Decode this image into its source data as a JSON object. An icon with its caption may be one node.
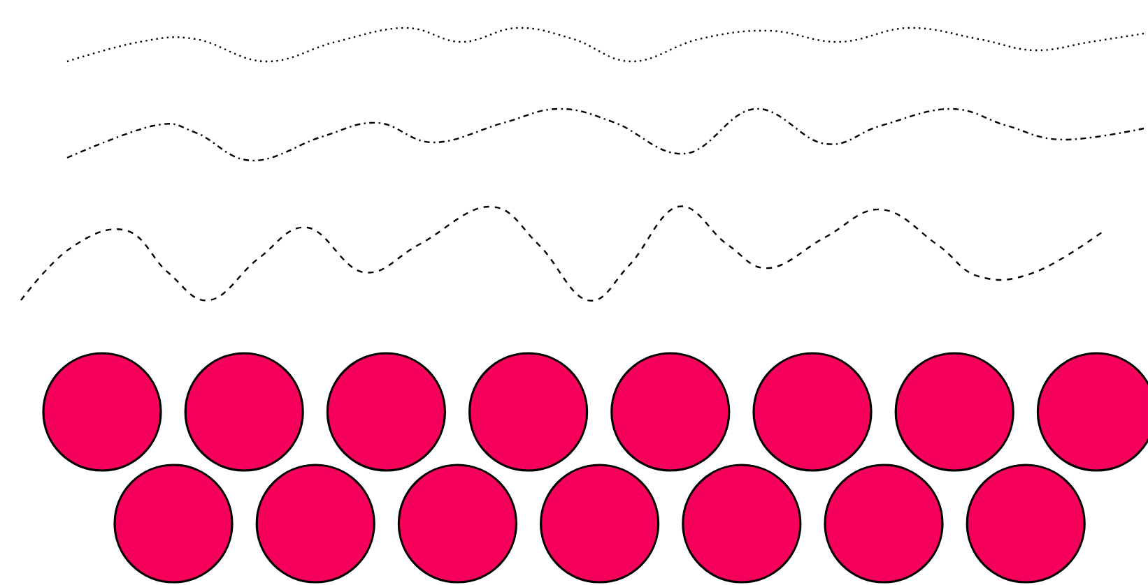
{
  "diagram": {
    "nodes": [
      {
        "text": [],
        "shape": "circle"
      },
      {
        "text": [],
        "shape": "circle"
      },
      {
        "text": [],
        "shape": "circle"
      },
      {
        "text": [],
        "shape": "circle"
      },
      {
        "text": [],
        "shape": "circle"
      },
      {
        "text": [],
        "shape": "circle"
      },
      {
        "text": [],
        "shape": "circle"
      },
      {
        "text": [],
        "shape": "circle"
      },
      {
        "text": [],
        "shape": "circle"
      },
      {
        "text": [],
        "shape": "circle"
      },
      {
        "text": [],
        "shape": "circle"
      },
      {
        "text": [],
        "shape": "circle"
      },
      {
        "text": [],
        "shape": "circle"
      },
      {
        "text": [],
        "shape": "circle"
      },
      {
        "text": [],
        "shape": "circle"
      }
    ]
  }
}
